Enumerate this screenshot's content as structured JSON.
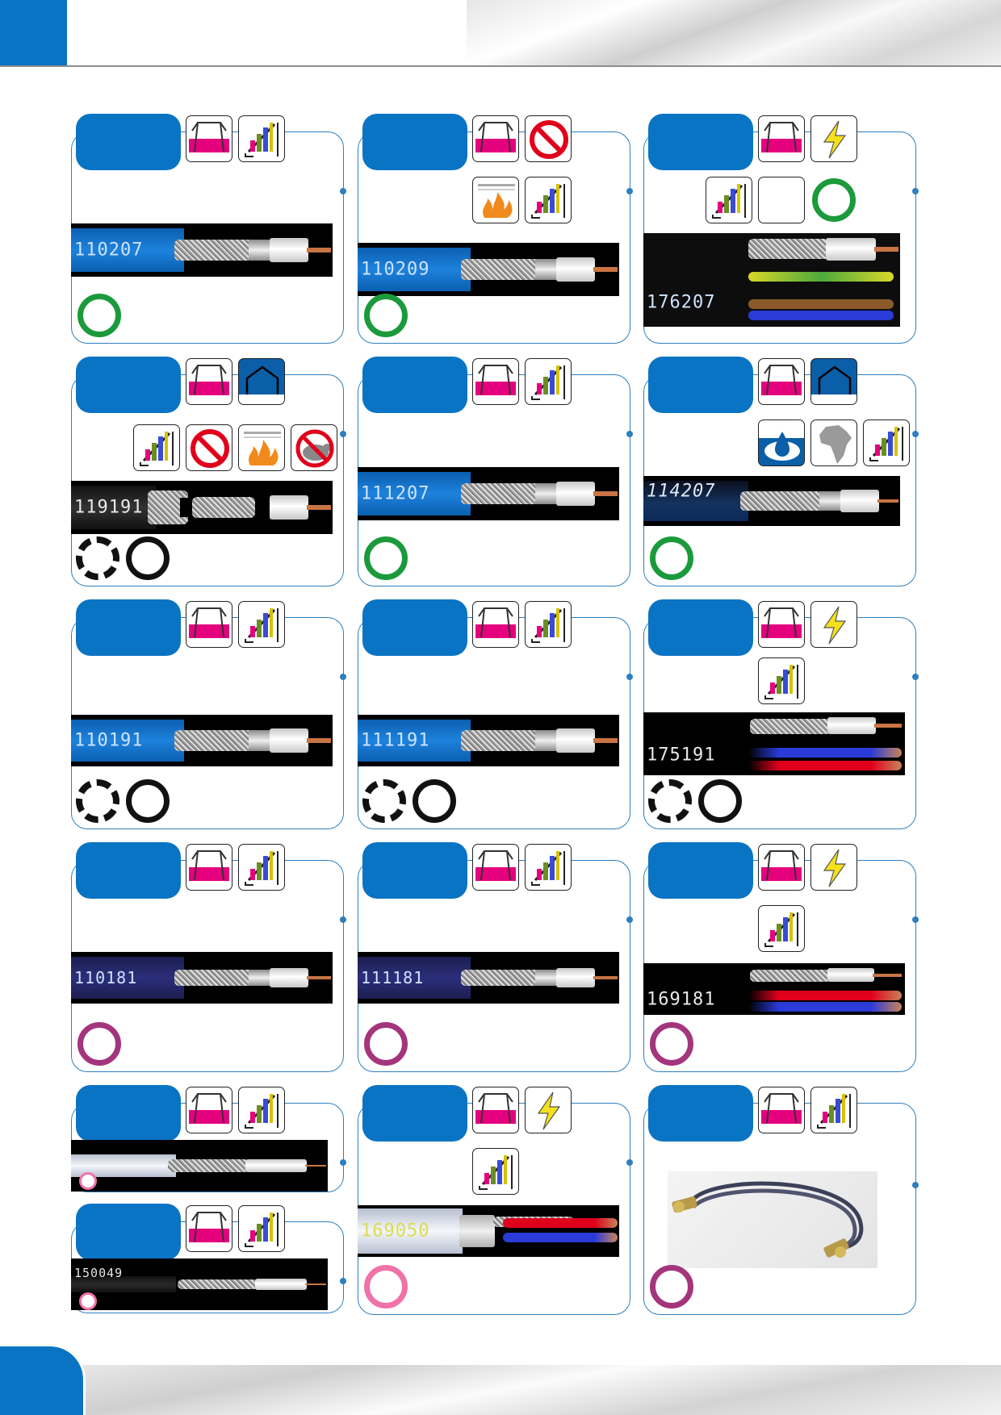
{
  "colors": {
    "brand_blue": "#0a74c4",
    "frame_blue": "#2d7fbf",
    "green_ring": "#1b9a3c",
    "purple_ring": "#a3357d",
    "pink_ring": "#ef72a8"
  },
  "products": [
    {
      "code": "110207"
    },
    {
      "code": "110209"
    },
    {
      "code": "176207"
    },
    {
      "code": "119191"
    },
    {
      "code": "111207"
    },
    {
      "code": "114207"
    },
    {
      "code": "110191"
    },
    {
      "code": "111191"
    },
    {
      "code": "175191"
    },
    {
      "code": "110181"
    },
    {
      "code": "111181"
    },
    {
      "code": "169181"
    },
    {
      "code": ""
    },
    {
      "code": "169050"
    },
    {
      "code": ""
    },
    {
      "code": "150049"
    }
  ],
  "icon_types": [
    "attenuation-icon",
    "frequency-chart-icon",
    "no-halogen-icon",
    "flame-icon",
    "lightning-icon",
    "house-icon",
    "water-drop-icon",
    "africa-map-icon",
    "rodent-icon",
    "blank-icon"
  ]
}
